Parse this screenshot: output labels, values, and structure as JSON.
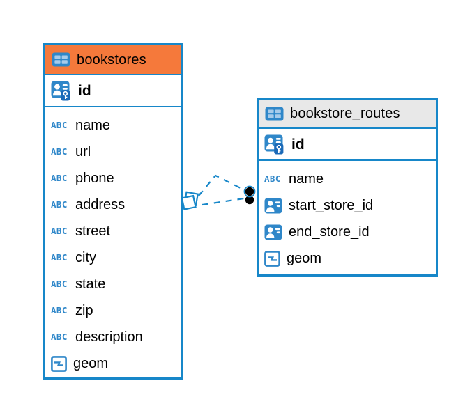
{
  "diagram": {
    "tables": [
      {
        "title": "bookstores",
        "header_color": "#F5793B",
        "primary_key": {
          "name": "id",
          "icon": "primary-key"
        },
        "fields": [
          {
            "name": "name",
            "icon": "text"
          },
          {
            "name": "url",
            "icon": "text"
          },
          {
            "name": "phone",
            "icon": "text"
          },
          {
            "name": "address",
            "icon": "text"
          },
          {
            "name": "street",
            "icon": "text"
          },
          {
            "name": "city",
            "icon": "text"
          },
          {
            "name": "state",
            "icon": "text"
          },
          {
            "name": "zip",
            "icon": "text"
          },
          {
            "name": "description",
            "icon": "text"
          },
          {
            "name": "geom",
            "icon": "geometry"
          }
        ]
      },
      {
        "title": "bookstore_routes",
        "header_color": "#E8E8E8",
        "primary_key": {
          "name": "id",
          "icon": "primary-key"
        },
        "fields": [
          {
            "name": "name",
            "icon": "text"
          },
          {
            "name": "start_store_id",
            "icon": "reference"
          },
          {
            "name": "end_store_id",
            "icon": "reference"
          },
          {
            "name": "geom",
            "icon": "geometry"
          }
        ]
      }
    ],
    "relationship": {
      "style": "dashed",
      "left_endpoint": "diamond",
      "right_endpoint": "black-dot",
      "line_count": 2
    },
    "icon_labels": {
      "text": "ABC"
    },
    "colors": {
      "accent_blue": "#1787C9",
      "icon_blue": "#2F87C9",
      "icon_cell_blue": "#A7CBEA",
      "key_badge_blue": "#1B6AB8",
      "orange_header": "#F5793B",
      "gray_header": "#E8E8E8",
      "text": "#000000",
      "background": "#FFFFFF"
    }
  }
}
